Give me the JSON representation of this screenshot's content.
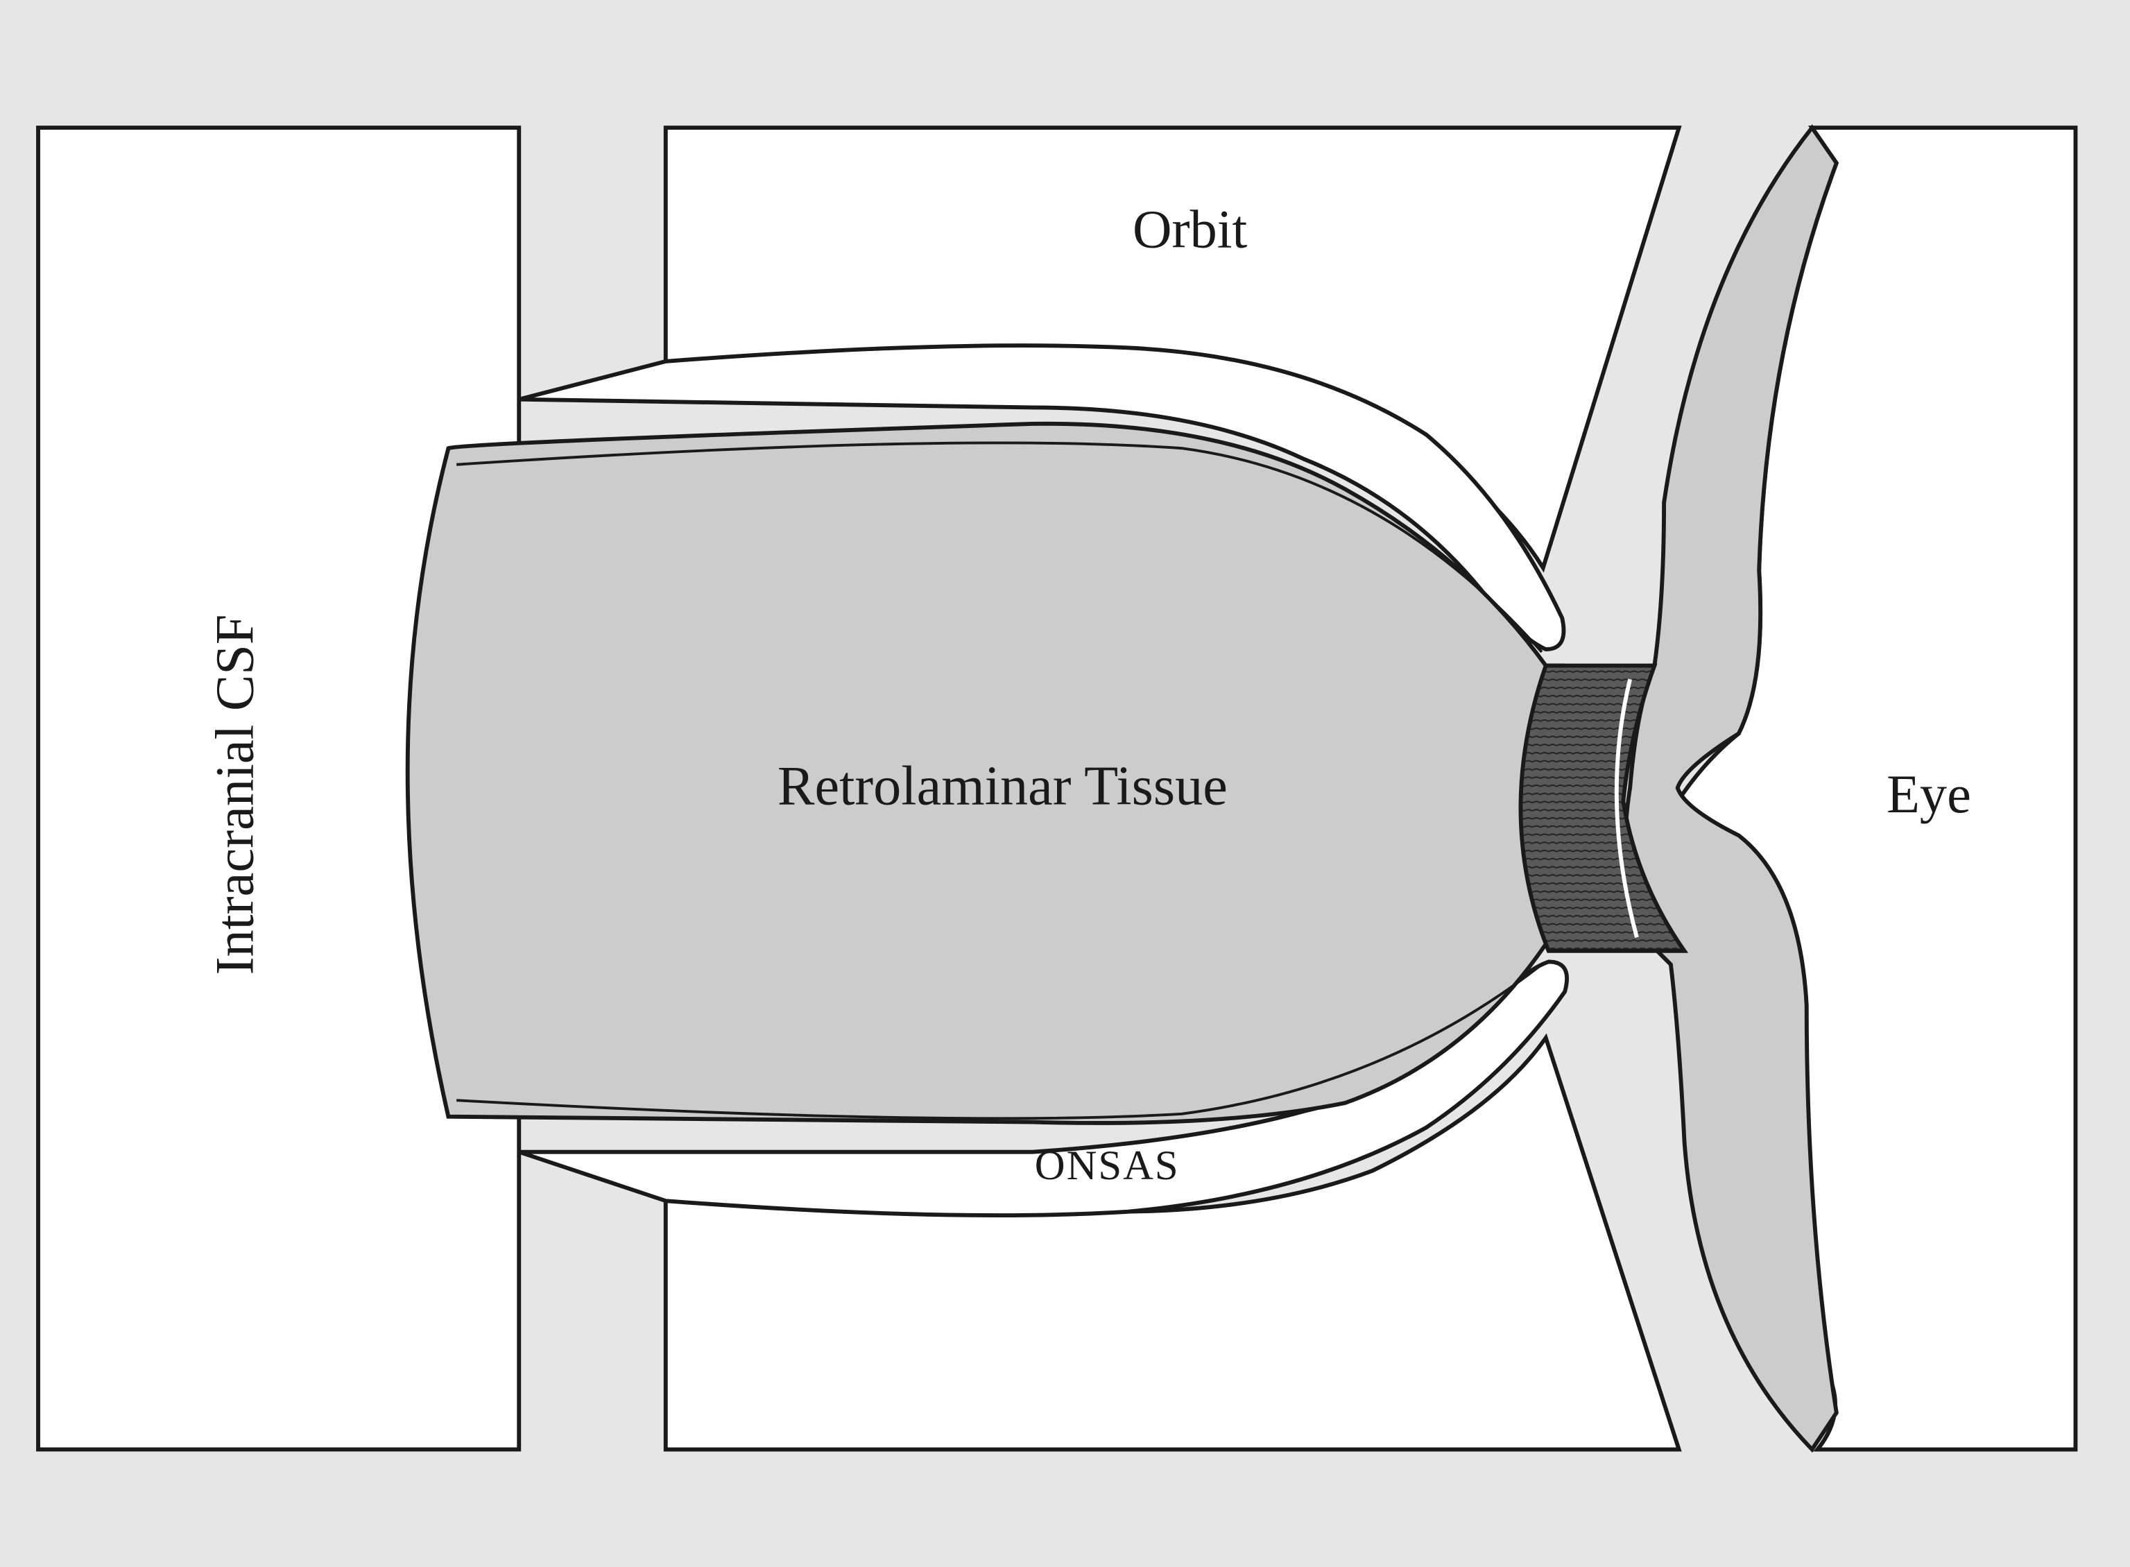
{
  "labels": {
    "orbit": "Orbit",
    "intracranial_csf": "Intracranial CSF",
    "retrolaminar_tissue": "Retrolaminar Tissue",
    "eye": "Eye",
    "onsas": "ONSAS"
  },
  "colors": {
    "background": "#e6e6e6",
    "compartment_fill": "#ffffff",
    "tissue_fill": "#cccccc",
    "lamina_fill": "#555555",
    "outline": "#1a1a1a"
  }
}
